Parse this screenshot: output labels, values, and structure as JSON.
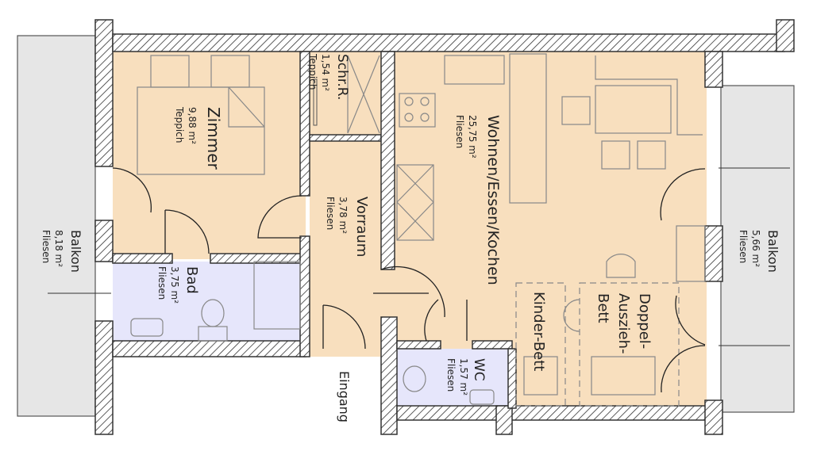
{
  "rooms": {
    "zimmer": {
      "name": "Zimmer",
      "area": "9,88 m²",
      "floor": "Teppich"
    },
    "schrank": {
      "name": "Schr.R.",
      "area": "1,54 m²",
      "floor": "Teppich"
    },
    "vorraum": {
      "name": "Vorraum",
      "area": "3,78 m²",
      "floor": "Fliesen"
    },
    "bad": {
      "name": "Bad",
      "area": "3,75 m²",
      "floor": "Fliesen"
    },
    "wohnen": {
      "name": "Wohnen/Essen/Kochen",
      "area": "25,75 m²",
      "floor": "Fliesen"
    },
    "wc": {
      "name": "WC",
      "area": "1,57 m²",
      "floor": "Fliesen"
    },
    "balkon_left": {
      "name": "Balkon",
      "area": "8,18 m²",
      "floor": "Fliesen"
    },
    "balkon_right": {
      "name": "Balkon",
      "area": "5,66 m²",
      "floor": "Fliesen"
    }
  },
  "furniture": {
    "kinderbett": "Kinder-Bett",
    "doppelbett_1": "Doppel-",
    "doppelbett_2": "Auszieh-",
    "doppelbett_3": "Bett"
  },
  "entrance": "Eingang",
  "colors": {
    "living": "#f8dfbe",
    "wet": "#e6e6fb",
    "balcony": "#e6e6e6"
  }
}
